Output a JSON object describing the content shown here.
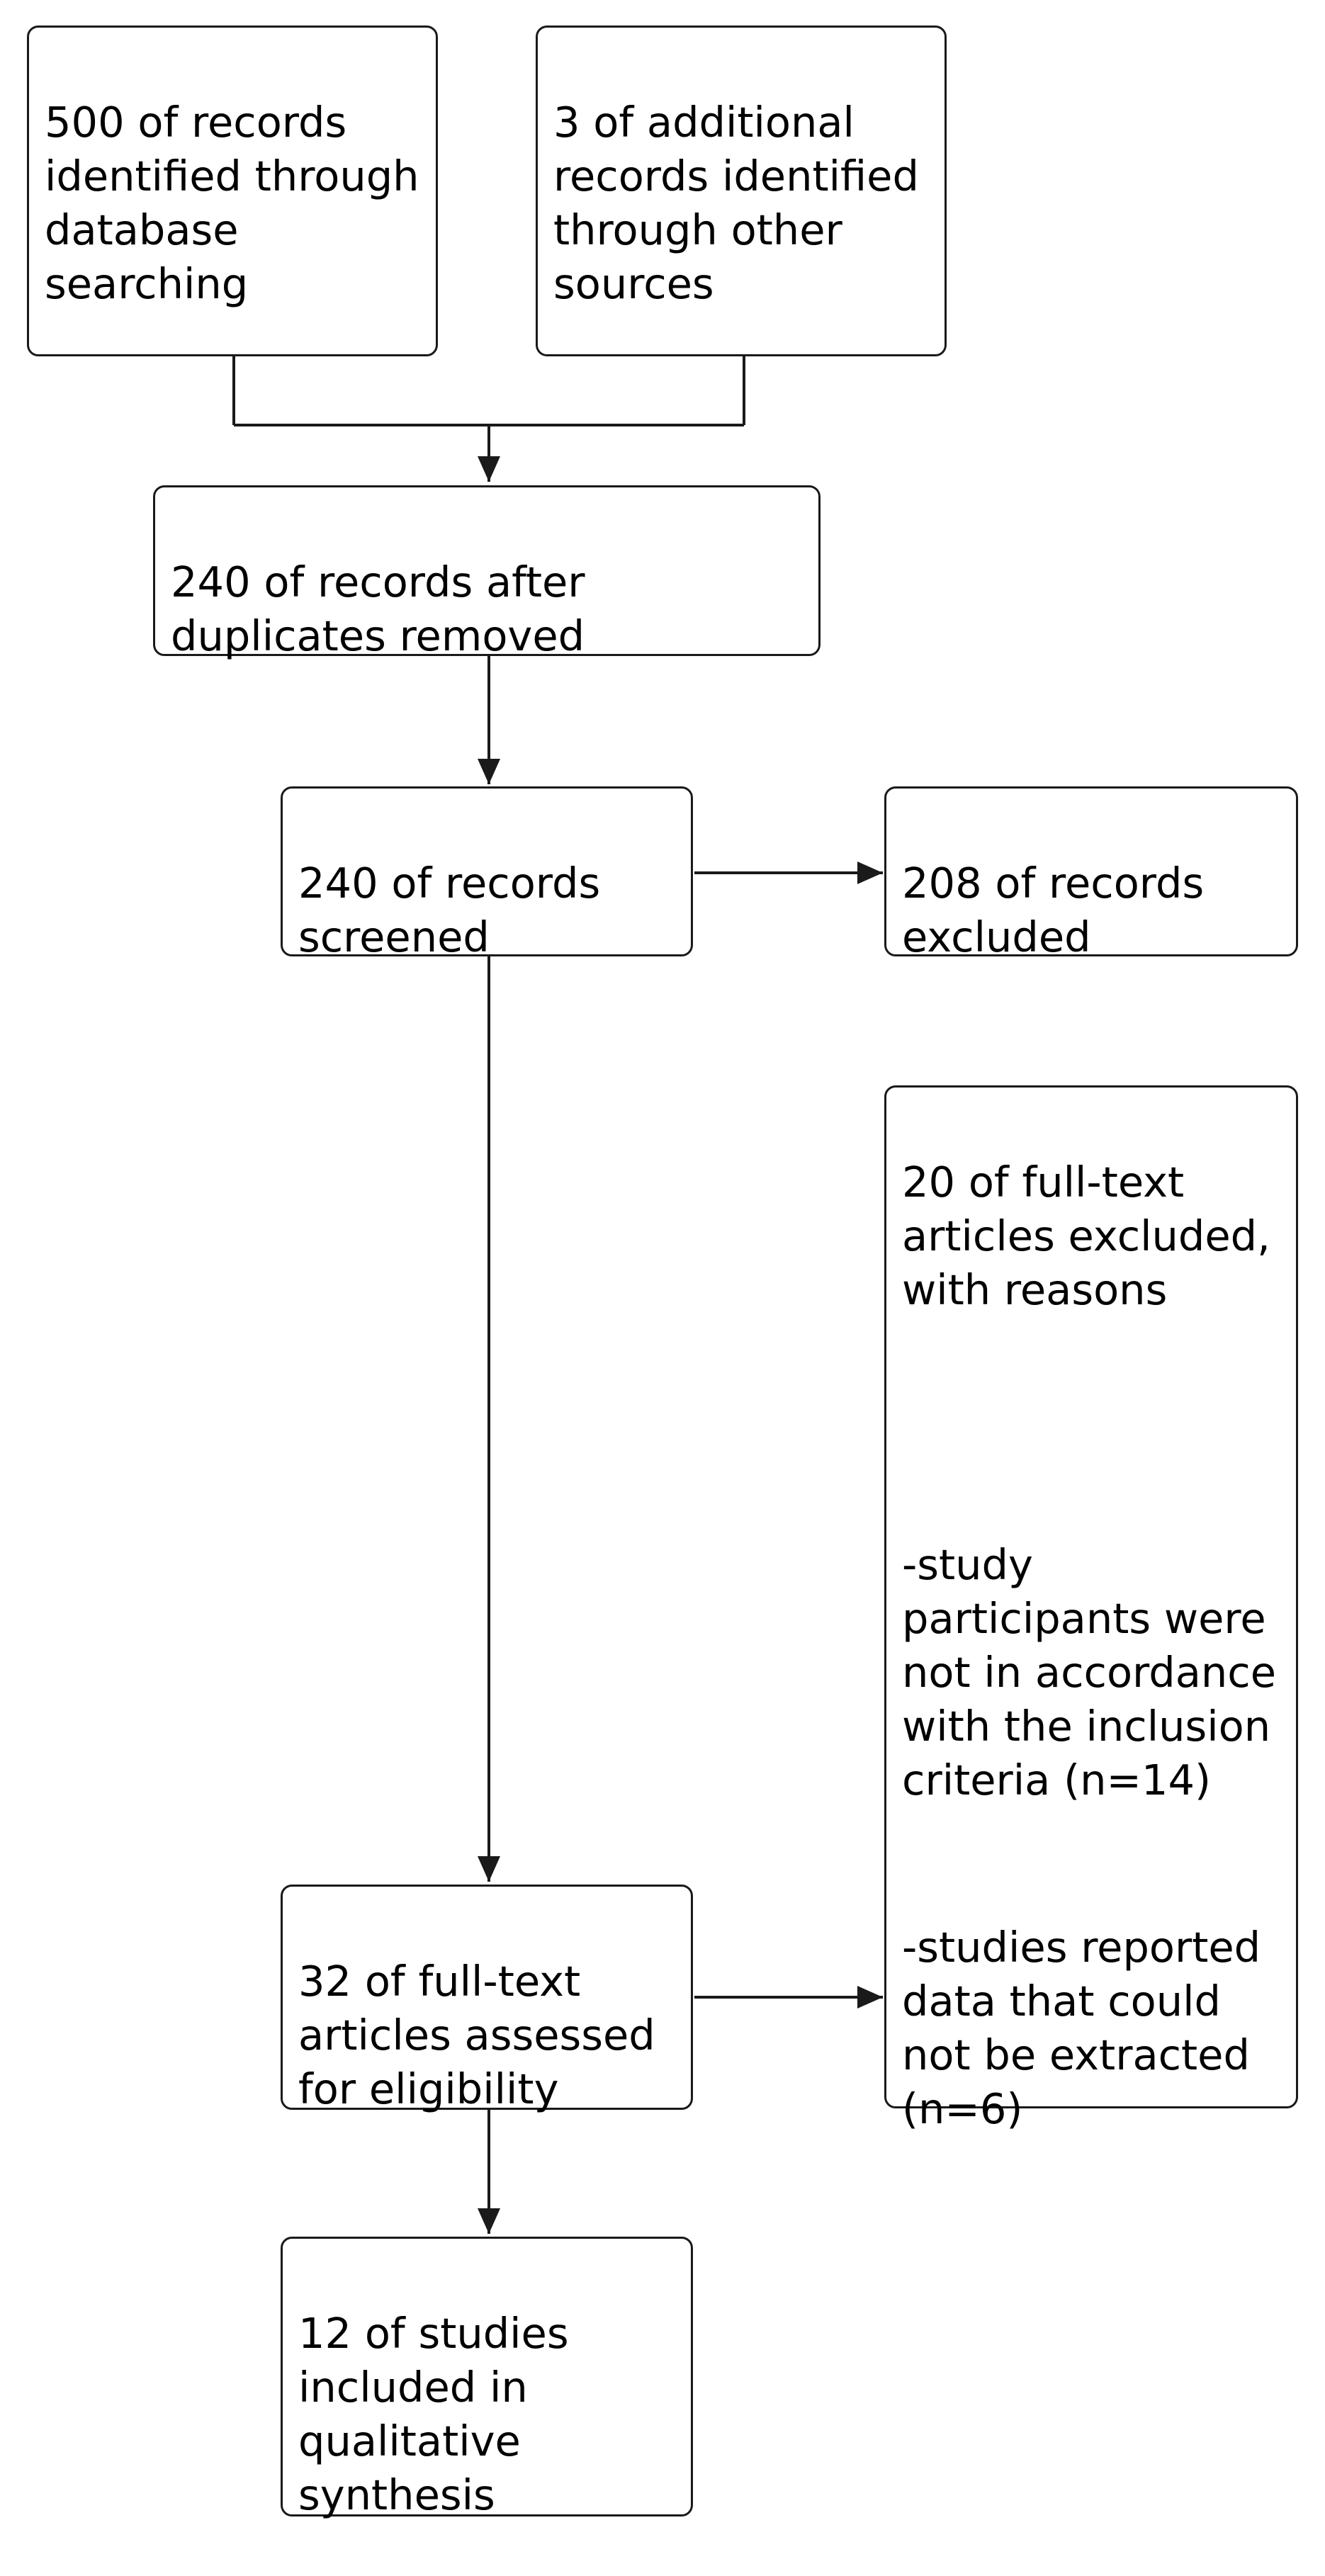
{
  "flow": {
    "database_records": "500 of records identified through database searching",
    "other_sources": "3 of additional records identified through other sources",
    "duplicates_removed": "240 of records after duplicates removed",
    "screened": "240 of records screened",
    "excluded": "208 of records excluded",
    "fulltext_assessed": "32 of full-text articles assessed for eligibility",
    "fulltext_excluded": {
      "heading": "20 of full-text articles excluded, with reasons",
      "reason_1": "-study participants were not in accordance with the inclusion criteria (n=14)",
      "reason_2": "-studies reported data that could not be extracted (n=6)"
    },
    "included": "12 of studies included in qualitative synthesis"
  },
  "colors": {
    "line": "#1a1a1a",
    "box_fill": "#ffffff",
    "text": "#000000"
  }
}
